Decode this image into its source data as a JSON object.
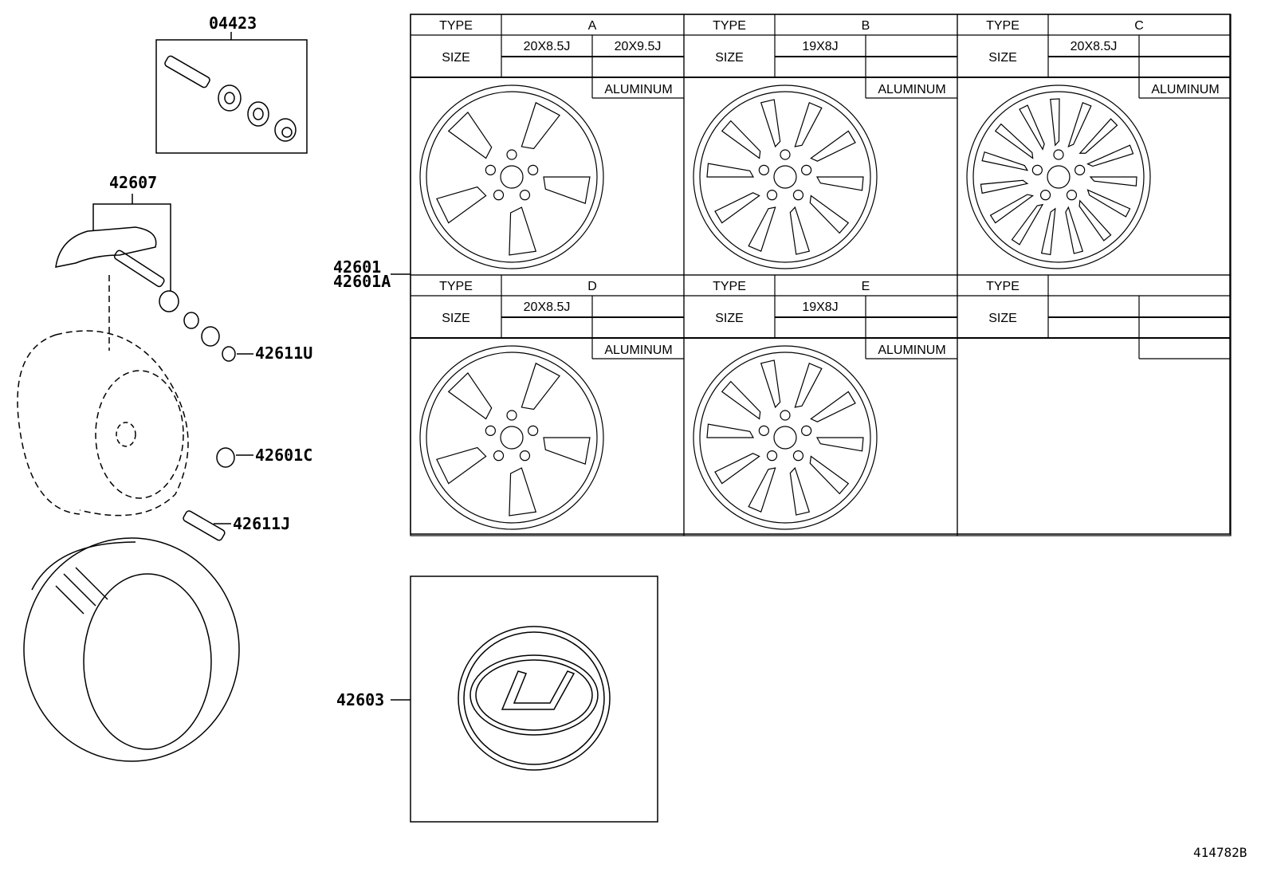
{
  "part_labels": {
    "valve_kit": "04423",
    "tpms_sensor": "42607",
    "nut_42611u": "42611U",
    "cap_42601c": "42601C",
    "valve_42611j": "42611J",
    "wheel_1": "42601",
    "wheel_2": "42601A",
    "ornament": "42603"
  },
  "table": {
    "type_label": "TYPE",
    "size_label": "SIZE",
    "cells": [
      {
        "type": "A",
        "sizes": [
          "20X8.5J",
          "20X9.5J"
        ],
        "material": "ALUMINUM"
      },
      {
        "type": "B",
        "sizes": [
          "19X8J",
          ""
        ],
        "material": "ALUMINUM"
      },
      {
        "type": "C",
        "sizes": [
          "20X8.5J",
          ""
        ],
        "material": "ALUMINUM"
      },
      {
        "type": "D",
        "sizes": [
          "20X8.5J",
          ""
        ],
        "material": "ALUMINUM"
      },
      {
        "type": "E",
        "sizes": [
          "19X8J",
          ""
        ],
        "material": "ALUMINUM"
      },
      {
        "type": "",
        "sizes": [
          "",
          ""
        ],
        "material": ""
      }
    ]
  },
  "diagram_id": "414782B"
}
